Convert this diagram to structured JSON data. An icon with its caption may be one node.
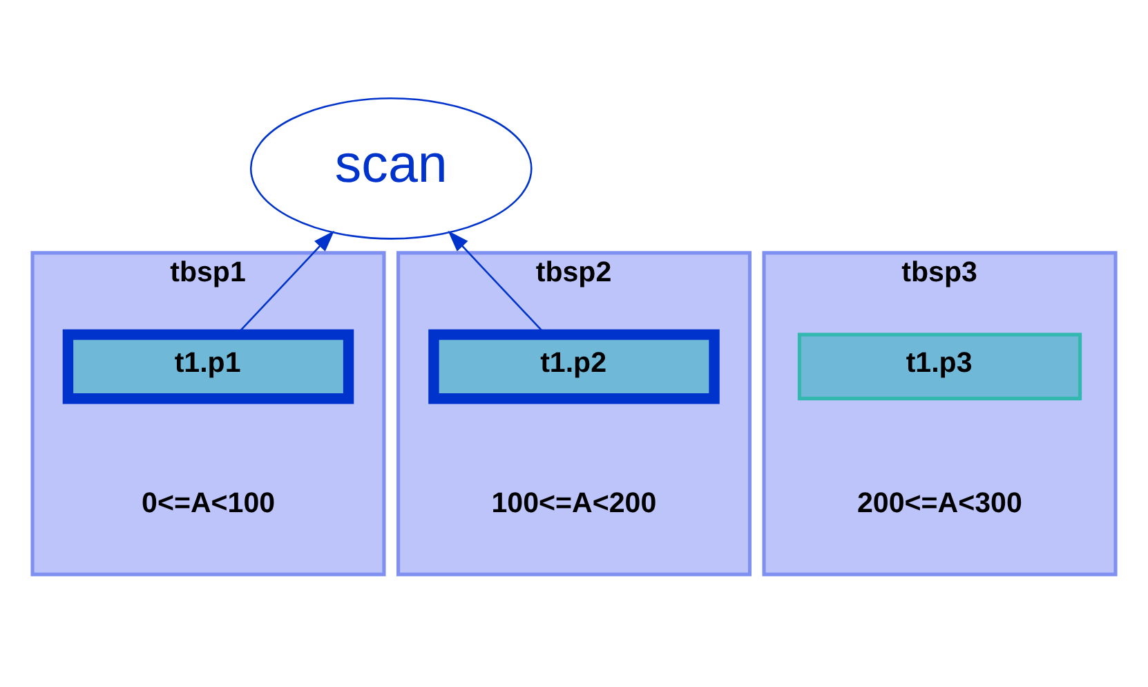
{
  "diagram": {
    "nodes": [
      {
        "text": [
          "scan"
        ]
      },
      {
        "text": [
          "tbsp1",
          "0<=A<100"
        ]
      },
      {
        "text": [
          "t1.p1"
        ],
        "in": 1
      },
      {
        "text": [
          "tbsp2",
          "100<=A<200"
        ]
      },
      {
        "text": [
          "t1.p2"
        ],
        "in": 3
      },
      {
        "text": [
          "tbsp3",
          "200<=A<300"
        ]
      },
      {
        "text": [
          "t1.p3"
        ],
        "in": 5
      }
    ],
    "edges": [
      {
        "from": 2,
        "to": 0,
        "arrow": "to"
      },
      {
        "from": 4,
        "to": 0,
        "arrow": "to"
      }
    ]
  }
}
